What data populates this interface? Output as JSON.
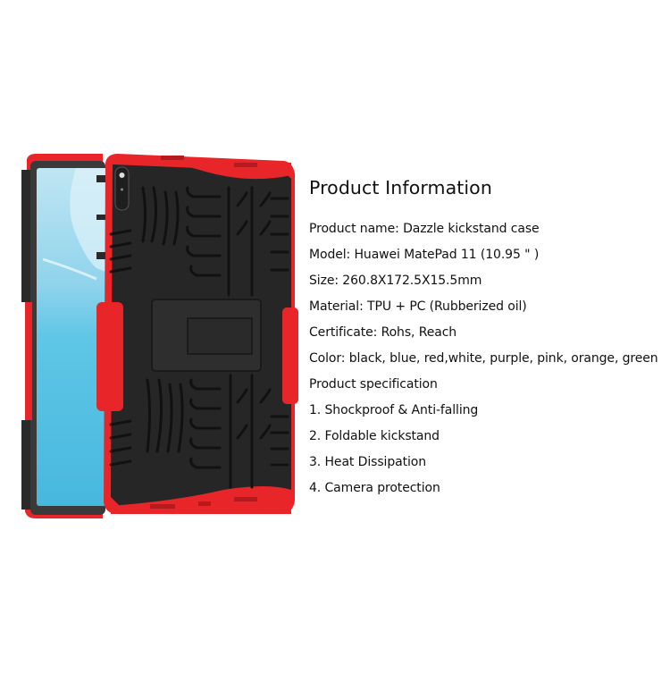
{
  "product_image": {
    "alt": "Red and black dazzle kickstand case on tablet, front and back view",
    "colors": {
      "case_red": "#e8262a",
      "case_red_dark": "#c81e22",
      "case_black": "#262626",
      "tread_black": "#151515",
      "screen_blue": "#4fc0e2",
      "screen_light": "#bfe6f3"
    }
  },
  "info": {
    "title": "Product Information",
    "rows": [
      "Product name: Dazzle kickstand case",
      "Model: Huawei MatePad 11 (10.95 \" )",
      "Size: 260.8X172.5X15.5mm",
      "Material: TPU + PC (Rubberized oil)",
      "Certificate: Rohs, Reach",
      "Color: black, blue, red,white, purple, pink, orange, green",
      "Product specification",
      "1. Shockproof & Anti-falling",
      "2. Foldable kickstand",
      "3. Heat Dissipation",
      "4. Camera protection"
    ]
  }
}
